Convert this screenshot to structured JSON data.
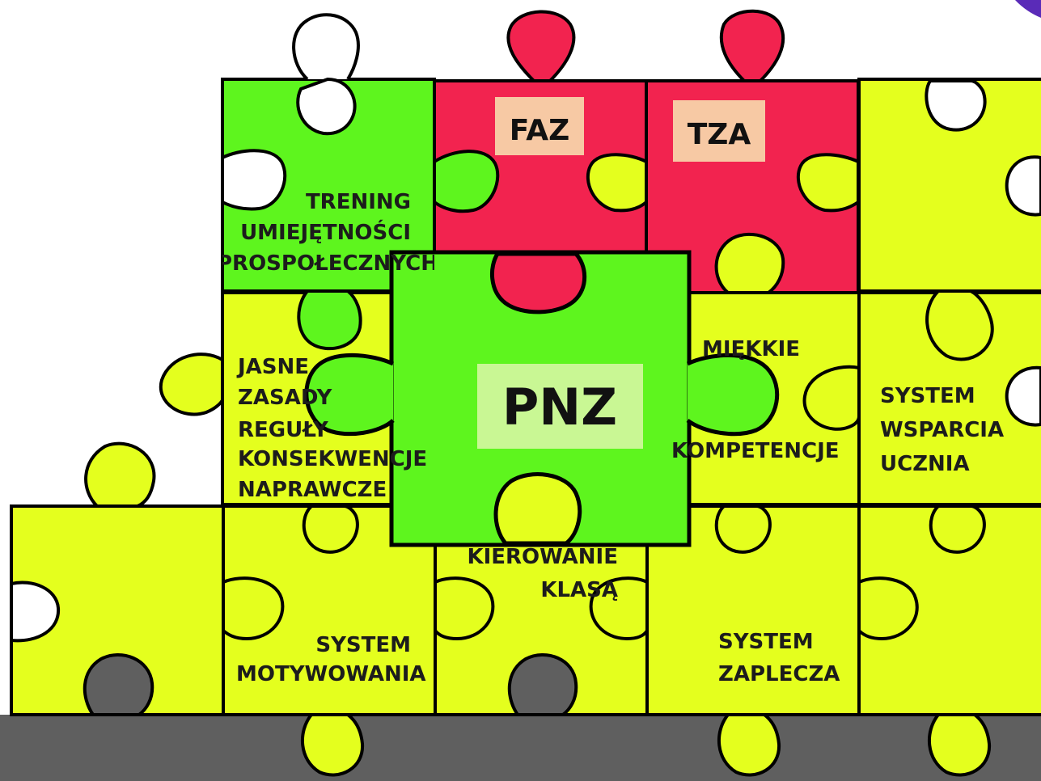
{
  "colors": {
    "yellow_green": "#e4ff1e",
    "green": "#5ef51e",
    "red": "#f2234f",
    "gray": "#5f5f5f",
    "tag_background": "#f7c9a4",
    "pnz_background": "#c9f794",
    "accent_corner": "#5a2bb8"
  },
  "pieces": {
    "trening": [
      "TRENING",
      "UMIEJĘTNOŚCI",
      "PROSPOŁECZNYCH"
    ],
    "faz": "FAZ",
    "tza": "TZA",
    "jasne": [
      "JASNE",
      "ZASADY",
      "REGUŁY",
      "KONSEKWENCJE",
      "NAPRAWCZE"
    ],
    "pnz": "PNZ",
    "miekkie": [
      "MIĘKKIE",
      "KOMPETENCJE"
    ],
    "system_wsparcia": [
      "SYSTEM",
      "WSPARCIA",
      "UCZNIA"
    ],
    "system_motywowania": [
      "SYSTEM",
      "MOTYWOWANIA"
    ],
    "kierowanie": [
      "KIEROWANIE",
      "KLASĄ"
    ],
    "system_zaplecza": [
      "SYSTEM",
      "ZAPLECZA"
    ]
  }
}
